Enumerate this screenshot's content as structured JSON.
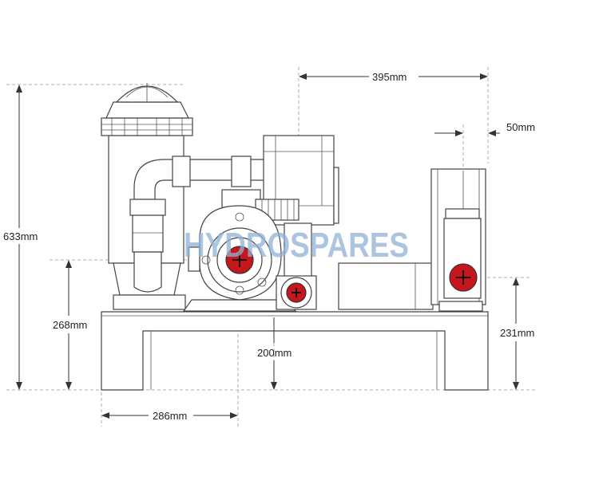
{
  "watermark": "HYDROSPARES",
  "dimensions": {
    "overall_height": "633mm",
    "pump_inlet_height": "268mm",
    "blower_outlet_height": "231mm",
    "circ_pump_height": "200mm",
    "filter_offset": "286mm",
    "blower_span": "395mm",
    "blower_offset": "50mm"
  },
  "colors": {
    "port_fill": "#c8161d",
    "watermark": "#8fb1d6",
    "line": "#444444"
  }
}
